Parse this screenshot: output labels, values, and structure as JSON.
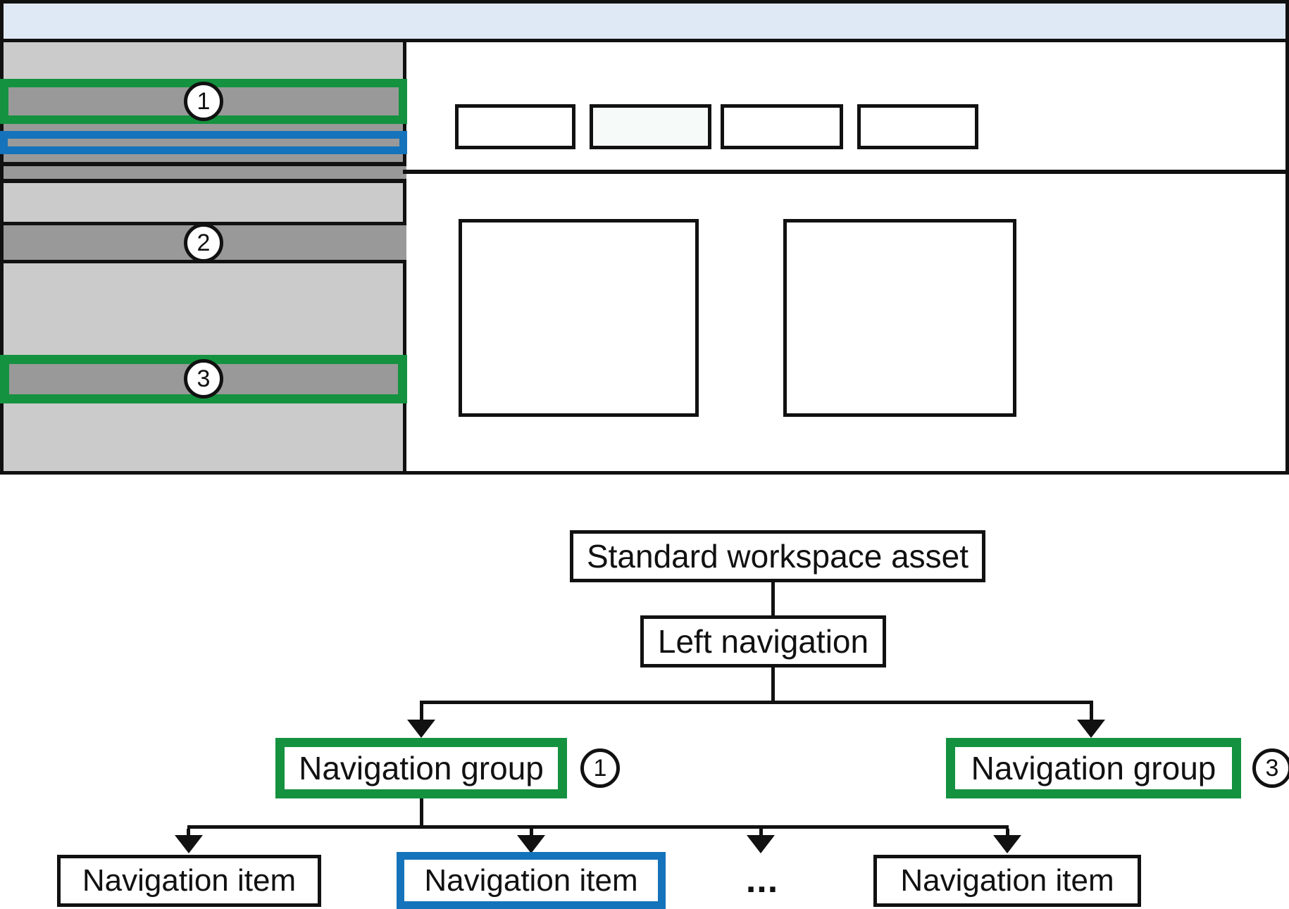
{
  "colors": {
    "green": "#14923f",
    "blue": "#1573bb",
    "header_blue": "#dfe9f6",
    "sidebar_gray": "#cbcbcb",
    "bar_gray": "#999999",
    "tab_highlight": "#f6faf8",
    "line": "#111111"
  },
  "wireframe": {
    "annotations": {
      "group1": "1",
      "group2": "2",
      "group3": "3"
    }
  },
  "diagram": {
    "root_label": "Standard workspace asset",
    "nav_label": "Left navigation",
    "group_left_label": "Navigation group",
    "group_left_annotation": "1",
    "group_right_label": "Navigation group",
    "group_right_annotation": "3",
    "item1_label": "Navigation item",
    "item2_label": "Navigation item",
    "ellipsis": "...",
    "item4_label": "Navigation item"
  }
}
